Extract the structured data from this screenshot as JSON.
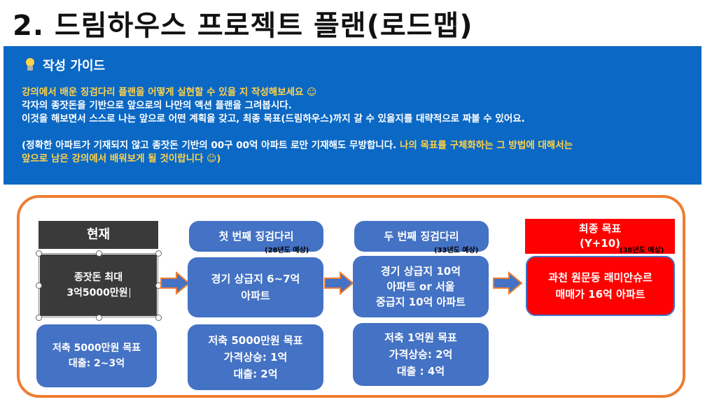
{
  "title": "2. 드림하우스 프로젝트 플랜(로드맵)",
  "guide": {
    "header": "작성 가이드",
    "header_icon": "lightbulb-icon",
    "line1": "강의에서 배운 징검다리 플랜을 어떻게 실현할 수 있을 지 작성해보세요 ☺",
    "line2": "각자의 종잣돈을 기반으로 앞으로의 나만의 액션 플랜을 그려봅시다.",
    "line3": "이것을 해보면서 스스로 나는 앞으로 어떤 계획을 갖고, 최종 목표(드림하우스)까지 갈 수 있을지를 대략적으로 짜볼 수 있어요.",
    "line4_white": "(정확한 아파트가 기재되지 않고 종잣돈 기반의 00구 00억 아파트 로만 기재해도 무방합니다. ",
    "line4_yellow": "나의 목표를 구체화하는 그 방법에 대해서는",
    "line5": "앞으로 남은 강의에서 배워보게 될 것이랍니다 ☺)",
    "bg_color": "#0b68c4",
    "accent_color": "#ffd34a"
  },
  "roadmap": {
    "frame_color": "#ef7d31",
    "now": {
      "header": "현재",
      "seed_line1": "종잣돈 최대",
      "seed_line2": "3억5000만원",
      "goal_line1": "저축 5000만원 목표",
      "goal_line2": "대출: 2~3억"
    },
    "step1": {
      "header": "첫 번째 징검다리",
      "note": "(28년도 예상)",
      "target_line1": "경기 상급지 6~7억",
      "target_line2": "아파트",
      "goal_line1": "저축 5000만원 목표",
      "goal_line2": "가격상승: 1억",
      "goal_line3": "대출: 2억"
    },
    "step2": {
      "header": "두 번째 징검다리",
      "note": "(33년도 예상)",
      "target_line1": "경기 상급지 10억",
      "target_line2": "아파트 or 서울",
      "target_line3": "중급지 10억 아파트",
      "goal_line1": "저축 1억원 목표",
      "goal_line2": "가격상승: 2억",
      "goal_line3": "대출 : 4억"
    },
    "final": {
      "header_line1": "최종 목표",
      "header_line2": "(Y+10)",
      "note": "(38년도 예상)",
      "target_line1": "과천 원문동 래미안슈르",
      "target_line2": "매매가 16억 아파트"
    }
  }
}
